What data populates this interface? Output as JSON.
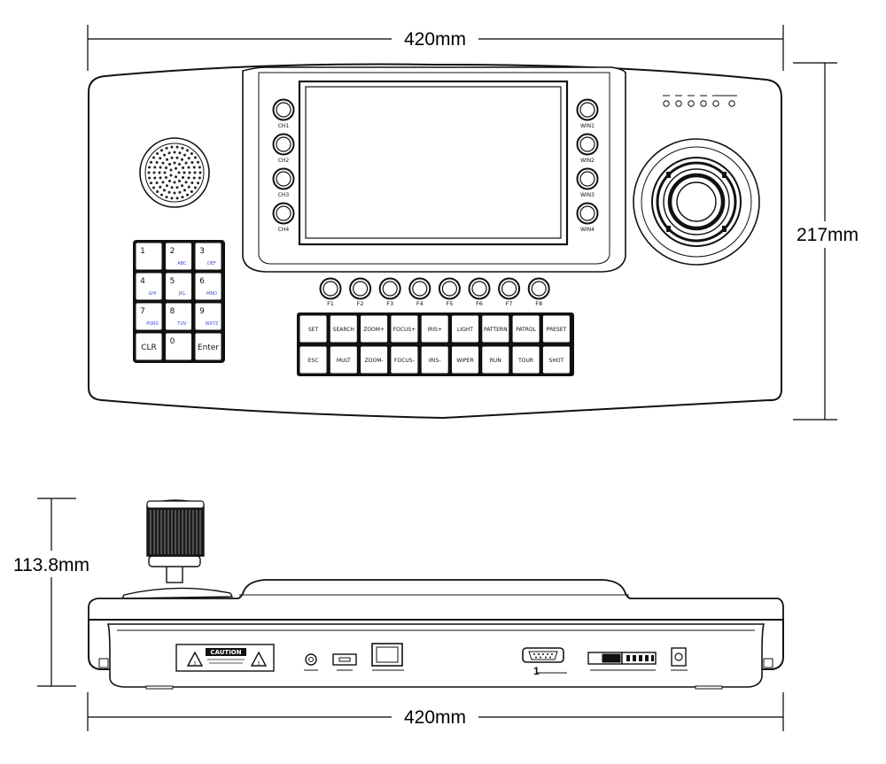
{
  "dimensions": {
    "top_width": "420mm",
    "height": "217mm",
    "depth": "113.8mm",
    "bottom_width": "420mm"
  },
  "left_buttons": [
    "CH1",
    "CH2",
    "CH3",
    "CH4"
  ],
  "right_buttons": [
    "WIN1",
    "WIN2",
    "WIN3",
    "WIN4"
  ],
  "f_buttons": [
    "F1",
    "F2",
    "F3",
    "F4",
    "F5",
    "F6",
    "F7",
    "F8"
  ],
  "keypad": [
    {
      "main": "1",
      "sub": ""
    },
    {
      "main": "2",
      "sub": "ABC"
    },
    {
      "main": "3",
      "sub": "DEF"
    },
    {
      "main": "4",
      "sub": "GHI"
    },
    {
      "main": "5",
      "sub": "JKL"
    },
    {
      "main": "6",
      "sub": "MNO"
    },
    {
      "main": "7",
      "sub": "PQRS"
    },
    {
      "main": "8",
      "sub": "TUV"
    },
    {
      "main": "9",
      "sub": "WXYZ"
    },
    {
      "main": "CLR",
      "sub": ""
    },
    {
      "main": "0",
      "sub": ""
    },
    {
      "main": "Enter",
      "sub": ""
    }
  ],
  "function_keys_row1": [
    "SET",
    "SEARCH",
    "ZOOM+",
    "FOCUS+",
    "IRIS+",
    "LIGHT",
    "PATTERN",
    "PATROL",
    "PRESET"
  ],
  "function_keys_row2": [
    "ESC",
    "MULT",
    "ZOOM-",
    "FOCUS-",
    "IRIS-",
    "WIPER",
    "RUN",
    "TOUR",
    "SHOT"
  ],
  "caution_label": "CAUTION",
  "port_mark": "1"
}
